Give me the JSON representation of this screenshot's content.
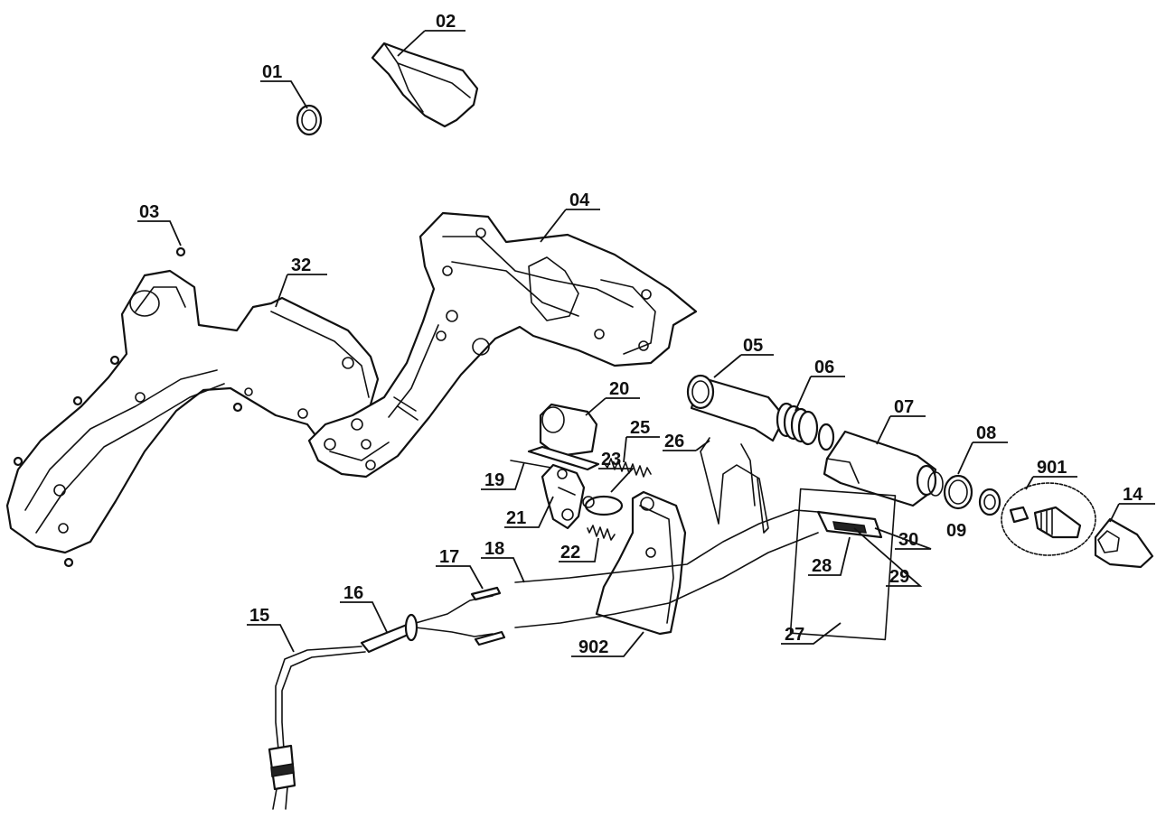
{
  "callouts": {
    "c01": "01",
    "c02": "02",
    "c03": "03",
    "c04": "04",
    "c05": "05",
    "c06": "06",
    "c07": "07",
    "c08": "08",
    "c09": "09",
    "c14": "14",
    "c15": "15",
    "c16": "16",
    "c17": "17",
    "c18": "18",
    "c19": "19",
    "c20": "20",
    "c21": "21",
    "c22": "22",
    "c23": "23",
    "c25": "25",
    "c26": "26",
    "c27": "27",
    "c28": "28",
    "c29": "29",
    "c30": "30",
    "c32": "32",
    "c901": "901",
    "c902": "902"
  },
  "colors": {
    "line": "#111111",
    "background": "#ffffff"
  }
}
